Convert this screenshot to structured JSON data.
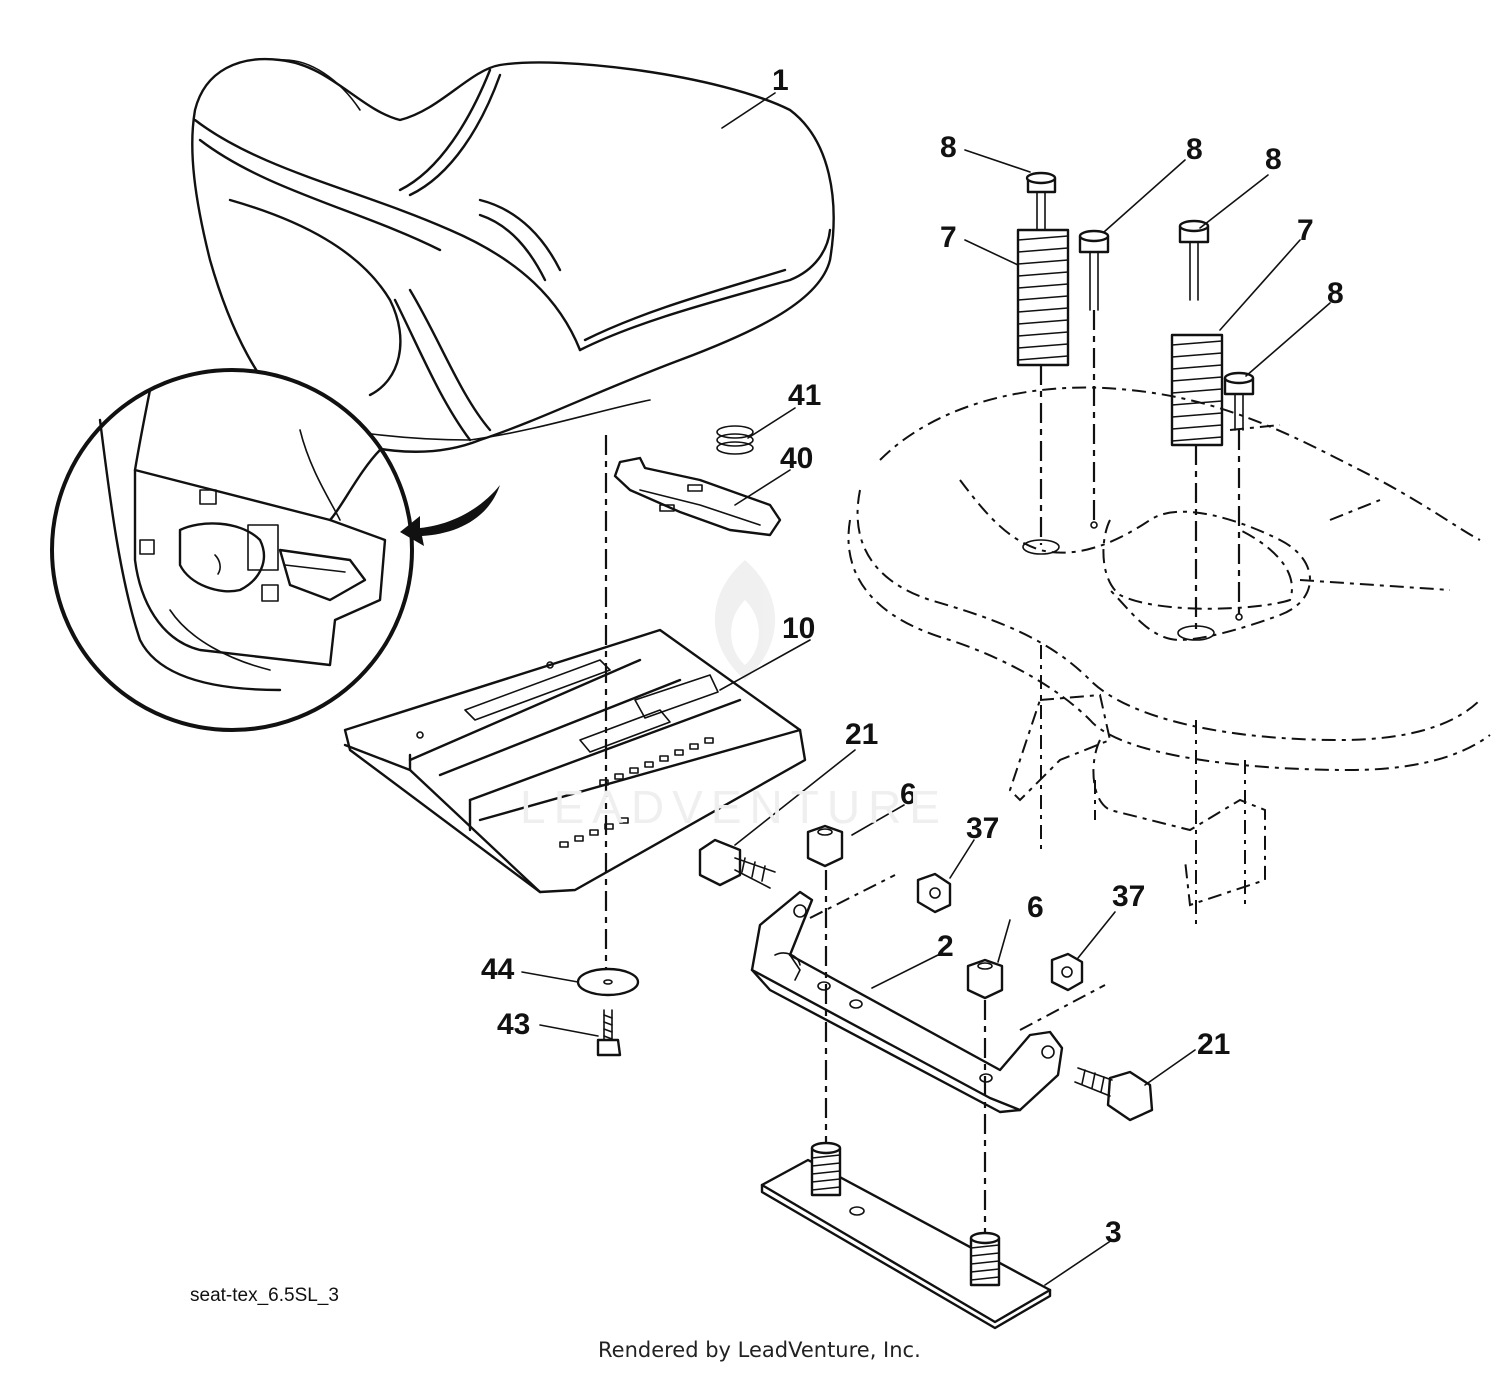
{
  "diagram_code": "seat-tex_6.5SL_3",
  "footer": "Rendered by LeadVenture, Inc.",
  "watermark": "LEADVENTURE",
  "callouts": [
    {
      "id": "c1",
      "label": "1"
    },
    {
      "id": "c8a",
      "label": "8"
    },
    {
      "id": "c8b",
      "label": "8"
    },
    {
      "id": "c8c",
      "label": "8"
    },
    {
      "id": "c8d",
      "label": "8"
    },
    {
      "id": "c7a",
      "label": "7"
    },
    {
      "id": "c7b",
      "label": "7"
    },
    {
      "id": "c41",
      "label": "41"
    },
    {
      "id": "c40",
      "label": "40"
    },
    {
      "id": "c10",
      "label": "10"
    },
    {
      "id": "c21a",
      "label": "21"
    },
    {
      "id": "c6a",
      "label": "6"
    },
    {
      "id": "c37a",
      "label": "37"
    },
    {
      "id": "c6b",
      "label": "6"
    },
    {
      "id": "c37b",
      "label": "37"
    },
    {
      "id": "c2",
      "label": "2"
    },
    {
      "id": "c44",
      "label": "44"
    },
    {
      "id": "c43",
      "label": "43"
    },
    {
      "id": "c21b",
      "label": "21"
    },
    {
      "id": "c3",
      "label": "3"
    }
  ]
}
